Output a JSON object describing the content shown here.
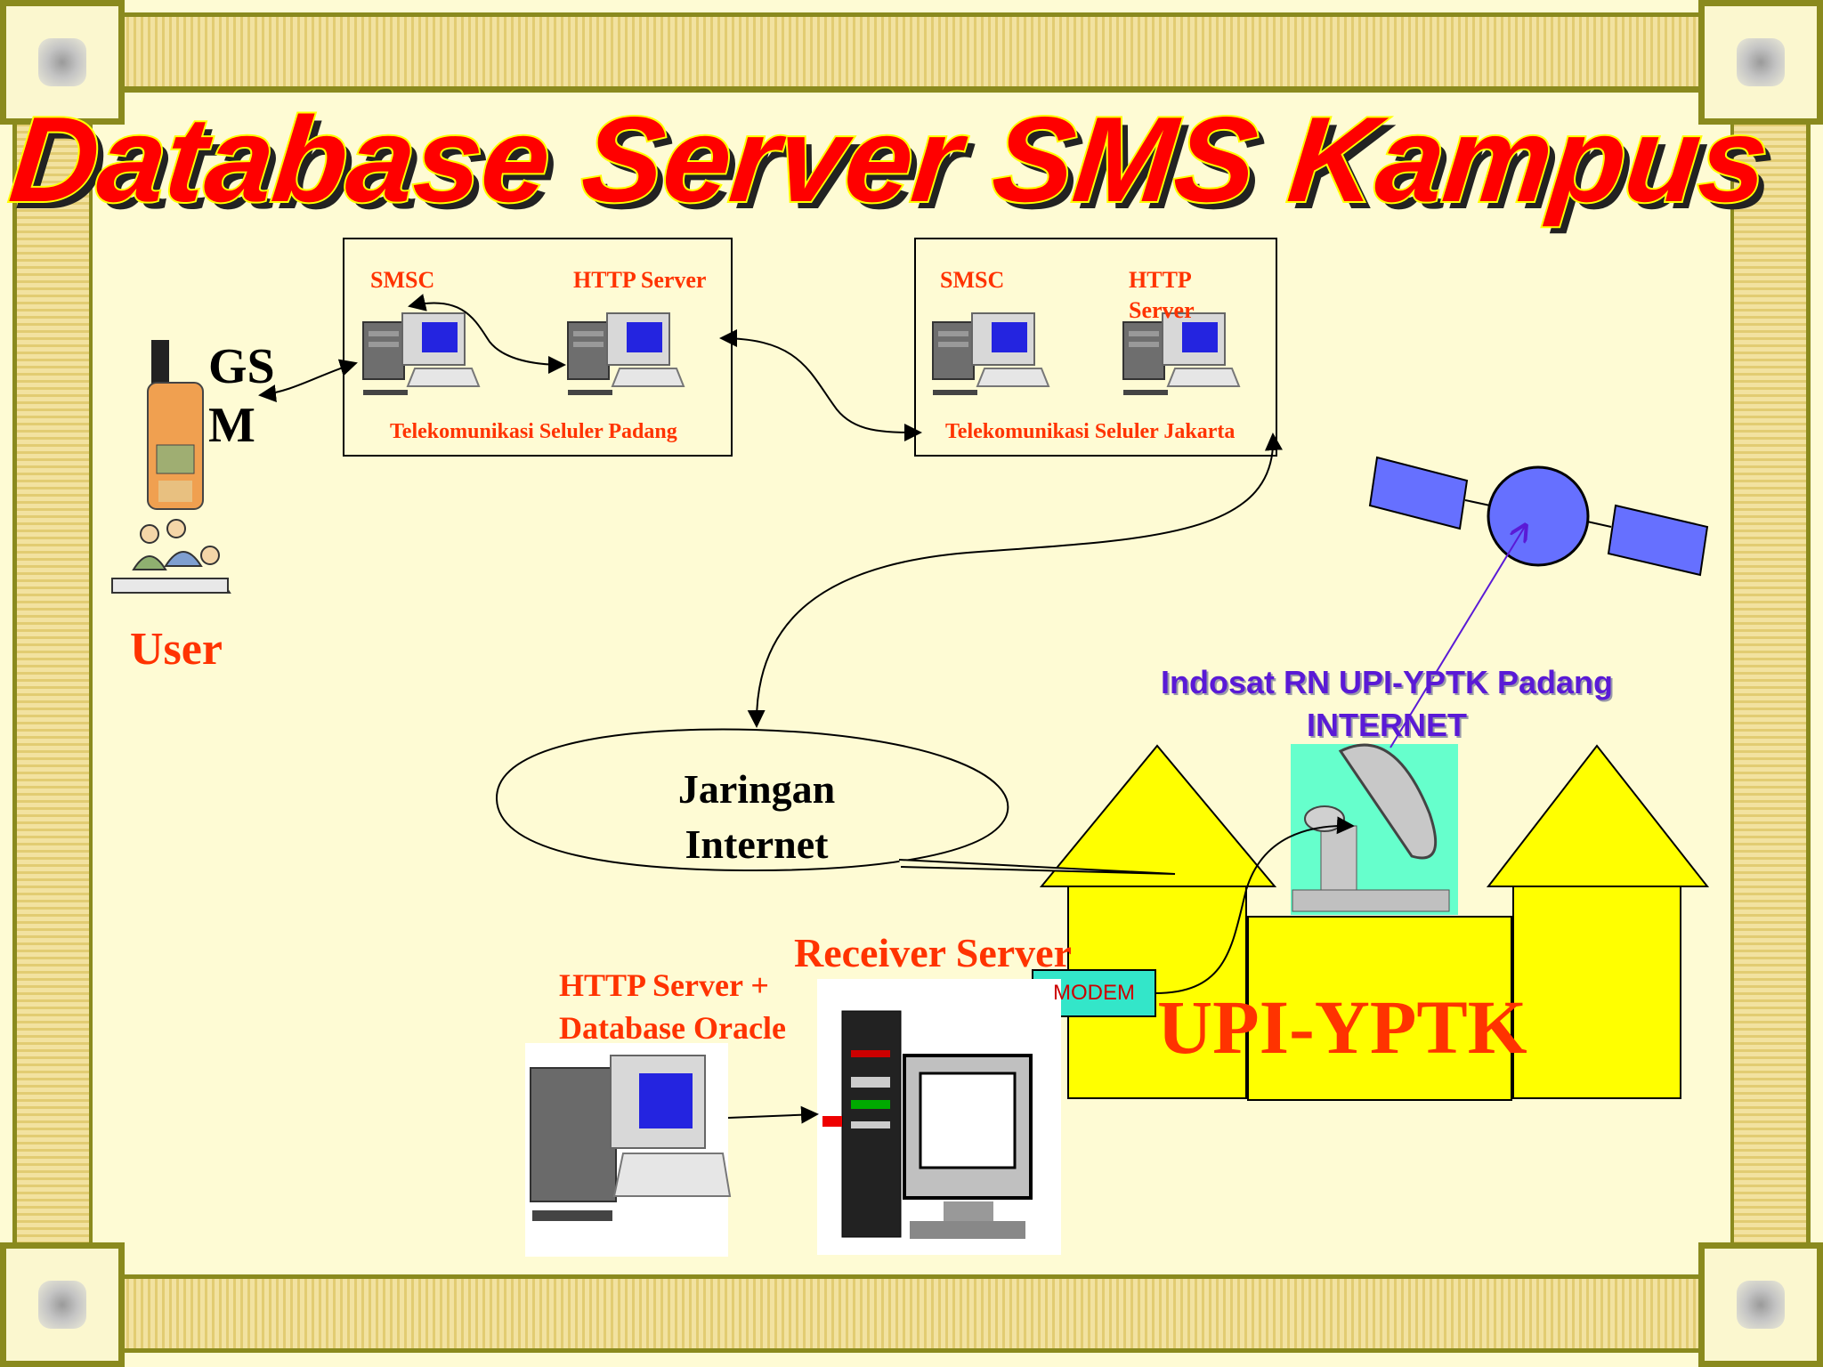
{
  "title": "Database Server SMS Kampus",
  "colors": {
    "title_fill": "#ff0000",
    "title_outline": "#ffff00",
    "label_red": "#ff3300",
    "accent_purple": "#5a1ad6",
    "building_yellow": "#ffff00",
    "satellite_blue": "#6670ff",
    "modem_teal": "#33e6c9"
  },
  "gsm": {
    "line1": "GS",
    "line2": "M",
    "icon": "mobile-phone-icon"
  },
  "user": {
    "label": "User",
    "icon": "people-at-computer-icon"
  },
  "padang_box": {
    "smsc": "SMSC",
    "http": "HTTP Server",
    "caption": "Telekomunikasi Seluler Padang",
    "icon": "server-computer-icon"
  },
  "jakarta_box": {
    "smsc": "SMSC",
    "http_line1": "HTTP",
    "http_line2": "Server",
    "caption": "Telekomunikasi Seluler Jakarta",
    "icon": "server-computer-icon"
  },
  "cloud": {
    "line1": "Jaringan",
    "line2": "Internet"
  },
  "indosat": {
    "line1": "Indosat RN UPI-YPTK Padang",
    "line2": "INTERNET"
  },
  "satellite": {
    "icon": "satellite-icon"
  },
  "dish": {
    "icon": "satellite-dish-icon"
  },
  "modem": {
    "label": "MODEM"
  },
  "campus": {
    "label": "UPI-YPTK"
  },
  "receiver": {
    "label": "Receiver Server",
    "icon": "desktop-computer-icon"
  },
  "http_db": {
    "line1": "HTTP Server +",
    "line2": "Database Oracle",
    "icon": "server-computer-icon"
  }
}
